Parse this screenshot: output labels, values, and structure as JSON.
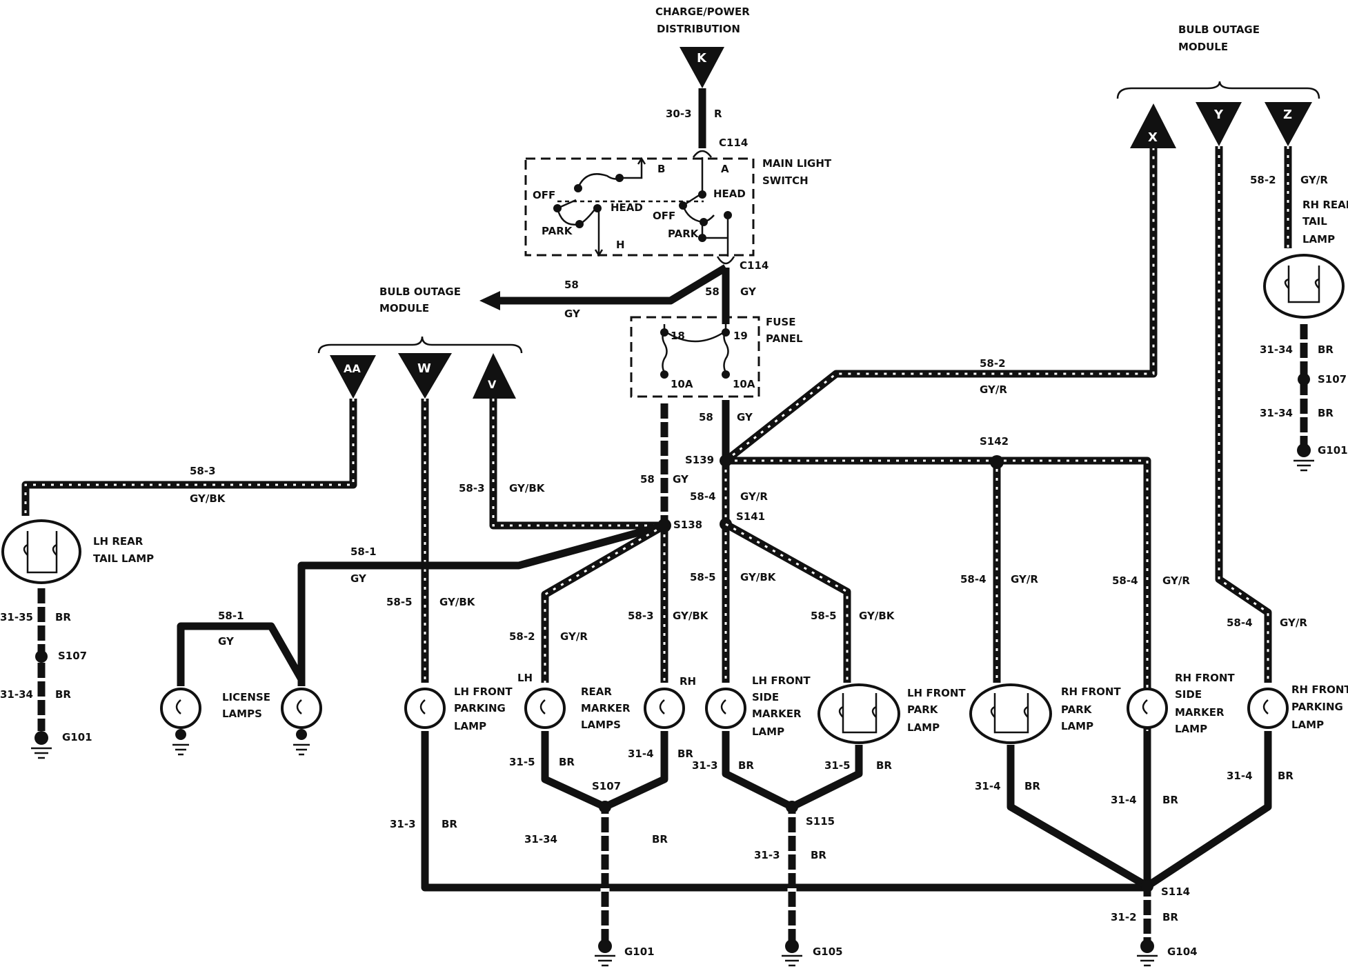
{
  "title_top": [
    "CHARGE/POWER",
    "DISTRIBUTION"
  ],
  "bulb_outage_top": [
    "BULB OUTAGE",
    "MODULE"
  ],
  "bulb_outage_left": [
    "BULB OUTAGE",
    "MODULE"
  ],
  "main_light_switch": [
    "MAIN LIGHT",
    "SWITCH"
  ],
  "fuse_panel": [
    "FUSE",
    "PANEL"
  ],
  "connectors": {
    "K": "K",
    "X": "X",
    "Y": "Y",
    "Z": "Z",
    "AA": "AA",
    "W": "W",
    "V": "V"
  },
  "switch_labels": {
    "off1": "OFF",
    "head1": "HEAD",
    "park1": "PARK",
    "h": "H",
    "b": "B",
    "a": "A",
    "off2": "OFF",
    "head2": "HEAD",
    "park2": "PARK"
  },
  "splice": {
    "c114a": "C114",
    "c114b": "C114",
    "s139": "S139",
    "s141": "S141",
    "s138": "S138",
    "s142": "S142",
    "s107a": "S107",
    "s107b": "S107",
    "s107c": "S107",
    "s115": "S115",
    "s114": "S114"
  },
  "grounds": {
    "g101a": "G101",
    "g101b": "G101",
    "g101c": "G101",
    "g105": "G105",
    "g104": "G104"
  },
  "fuses": {
    "f18": "18",
    "f19": "19",
    "a1": "10A",
    "a2": "10A"
  },
  "wires": {
    "w303": "30-3",
    "r": "R",
    "w58a": "58",
    "gya": "GY",
    "w58b": "58",
    "gyb": "GY",
    "w58c": "58",
    "gyc": "GY",
    "w58d": "58",
    "gyd": "GY",
    "w582a": "58-2",
    "gyra": "GY/R",
    "w582b": "58-2",
    "gyrb": "GY/R",
    "w582c": "58-2",
    "gyrc": "GY/R",
    "w583a": "58-3",
    "gybka": "GY/BK",
    "w583b": "58-3",
    "gybkb": "GY/BK",
    "w583c": "58-3",
    "gybkc": "GY/BK",
    "w584a": "58-4",
    "gyrd": "GY/R",
    "w584b": "58-4",
    "gyre": "GY/R",
    "w584c": "58-4",
    "gyrf": "GY/R",
    "w584d": "58-4",
    "gyrg": "GY/R",
    "w585a": "58-5",
    "gybkd": "GY/BK",
    "w585b": "58-5",
    "gybke": "GY/BK",
    "w585c": "58-5",
    "gybkf": "GY/BK",
    "w581a": "58-1",
    "gye": "GY",
    "w581b": "58-1",
    "gyf": "GY",
    "w3135": "31-35",
    "bra": "BR",
    "w3134a": "31-34",
    "brb": "BR",
    "w3134b": "31-34",
    "brc": "BR",
    "w3134c": "31-34",
    "brd": "BR",
    "w3134d": "31-34",
    "bre": "BR",
    "w313a": "31-3",
    "brf": "BR",
    "w313b": "31-3",
    "brg": "BR",
    "w313c": "31-3",
    "brh": "BR",
    "w315a": "31-5",
    "bri": "BR",
    "w315b": "31-5",
    "brj": "BR",
    "w314a": "31-4",
    "brk": "BR",
    "w314b": "31-4",
    "brl": "BR",
    "w314c": "31-4",
    "brm": "BR",
    "w314d": "31-4",
    "brn": "BR",
    "w312": "31-2",
    "bro": "BR"
  },
  "lamps": {
    "lh_rear_tail": [
      "LH REAR",
      "TAIL  LAMP"
    ],
    "rh_rear_tail": [
      "RH REAR",
      "TAIL",
      "LAMP"
    ],
    "license": [
      "LICENSE",
      "LAMPS"
    ],
    "lh_front_parking": [
      "LH FRONT",
      "PARKING",
      "LAMP"
    ],
    "rear_marker": [
      "REAR",
      "MARKER",
      "LAMPS"
    ],
    "lh": "LH",
    "rh": "RH",
    "lh_front_side_marker": [
      "LH FRONT",
      "SIDE",
      "MARKER",
      "LAMP"
    ],
    "lh_front_park": [
      "LH FRONT",
      "PARK",
      "LAMP"
    ],
    "rh_front_park": [
      "RH FRONT",
      "PARK",
      "LAMP"
    ],
    "rh_front_side_marker": [
      "RH FRONT",
      "SIDE",
      "MARKER",
      "LAMP"
    ],
    "rh_front_parking": [
      "RH FRONT",
      "PARKING",
      "LAMP"
    ]
  }
}
